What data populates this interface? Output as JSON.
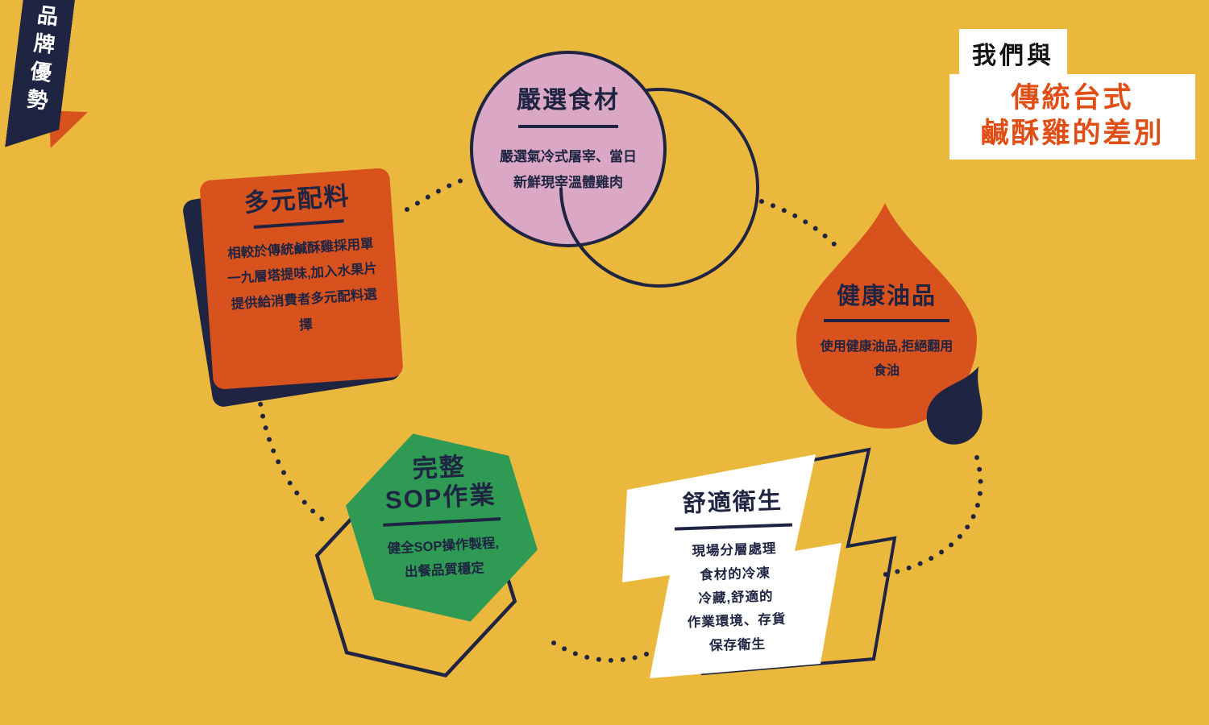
{
  "palette": {
    "background": "#EBB83E",
    "navy": "#1F2442",
    "orange_shape": "#D8521E",
    "orange_header_text": "#E04E16",
    "pink": "#DAA7C4",
    "green": "#2E9A53",
    "white": "#FFFFFF",
    "header_prefix_text": "#141414"
  },
  "ribbon": {
    "label": "品牌優勢"
  },
  "header": {
    "prefix": "我們與",
    "title_lines": [
      "傳統台式",
      "鹹酥雞的差別"
    ]
  },
  "nodes": {
    "ingredients": {
      "title": "嚴選食材",
      "body_lines": [
        "嚴選氣冷式屠宰、當日",
        "新鮮現宰溫體雞肉"
      ]
    },
    "toppings": {
      "title": "多元配料",
      "body_lines": [
        "相較於傳統鹹酥雞採用單",
        "一九層塔提味,加入水果片",
        "提供給消費者多元配料選",
        "擇"
      ]
    },
    "oil": {
      "title": "健康油品",
      "body_lines": [
        "使用健康油品,拒絕翻用",
        "食油"
      ]
    },
    "sop": {
      "title_lines": [
        "完整",
        "SOP作業"
      ],
      "body_lines": [
        "健全SOP操作製程,",
        "出餐品質穩定"
      ]
    },
    "hygiene": {
      "title": "舒適衛生",
      "body_lines": [
        "現場分層處理",
        "食材的冷凍",
        "冷藏,舒適的",
        "作業環境、存貨",
        "保存衛生"
      ]
    }
  }
}
